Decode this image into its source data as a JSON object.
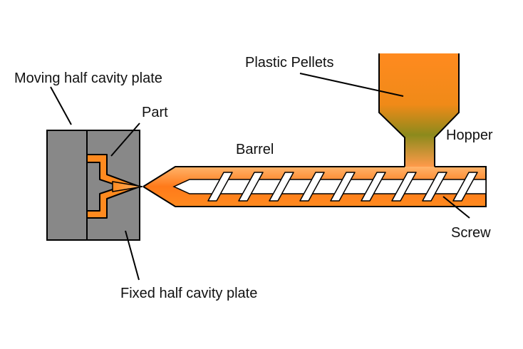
{
  "labels": {
    "moving_plate": "Moving half cavity plate",
    "part": "Part",
    "plastic_pellets": "Plastic Pellets",
    "barrel": "Barrel",
    "hopper": "Hopper",
    "screw": "Screw",
    "fixed_plate": "Fixed half cavity plate"
  },
  "colors": {
    "plate_gray": "#888888",
    "molten_orange": "#ff8a1f",
    "light_orange": "#ffb46a",
    "pellet_olive": "#8c8a1c",
    "outline": "#000000",
    "screw_fill": "#ffffff"
  }
}
